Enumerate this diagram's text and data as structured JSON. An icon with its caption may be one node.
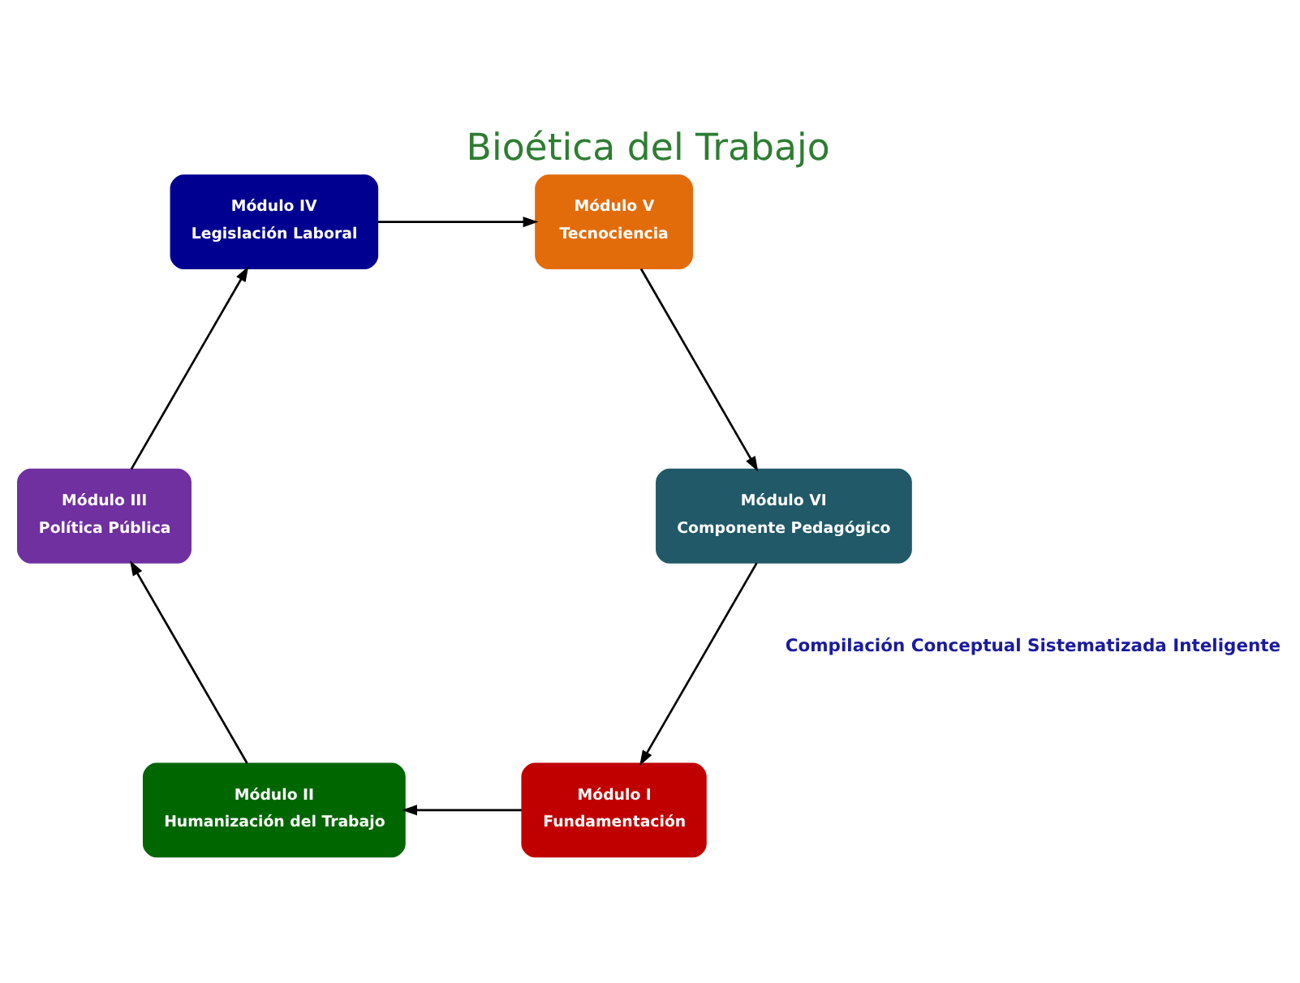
{
  "diagram": {
    "title": "Bioética del Trabajo",
    "nodes": [
      {
        "text": [
          "Módulo I",
          "Fundamentación"
        ]
      },
      {
        "text": [
          "Módulo II",
          "Humanización del Trabajo"
        ]
      },
      {
        "text": [
          "Módulo III",
          "Política Pública"
        ]
      },
      {
        "text": [
          "Módulo IV",
          "Legislación Laboral"
        ]
      },
      {
        "text": [
          "Módulo V",
          "Tecnociencia"
        ]
      },
      {
        "text": [
          "Módulo VI",
          "Componente Pedagógico"
        ]
      }
    ],
    "edges": [
      {
        "from": 0,
        "to": 1,
        "arrow": "to"
      },
      {
        "from": 1,
        "to": 2,
        "arrow": "to"
      },
      {
        "from": 2,
        "to": 3,
        "arrow": "to"
      },
      {
        "from": 3,
        "to": 4,
        "arrow": "to"
      },
      {
        "from": 4,
        "to": 5,
        "arrow": "to"
      },
      {
        "from": 5,
        "to": 0,
        "arrow": "to"
      }
    ],
    "labels": [
      "Compilación Conceptual Sistematizada Inteligente"
    ]
  }
}
